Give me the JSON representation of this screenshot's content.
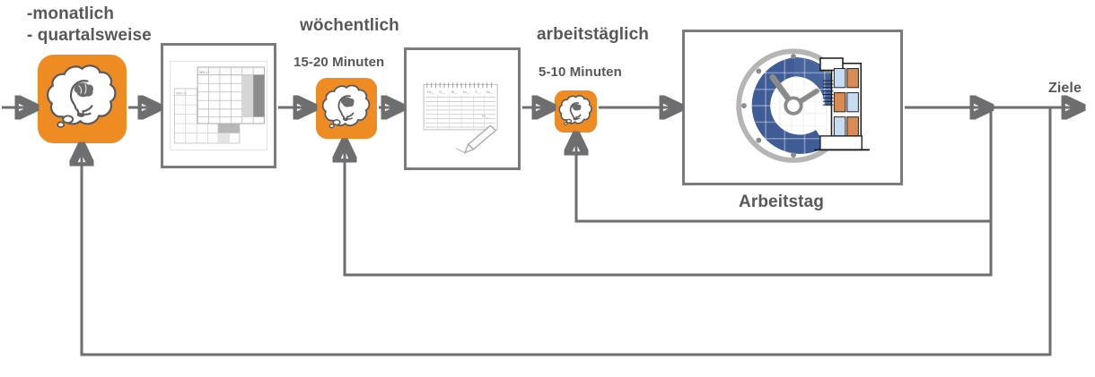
{
  "diagram": {
    "title_not_shown": "",
    "colors": {
      "accent_orange": "#ef8b23",
      "line_gray": "#6e6e70",
      "text_gray": "#58585a",
      "frame_gray": "#7b7b7d",
      "clock_blue": "#3f5c96",
      "clock_blue_light": "#5a78ae",
      "building_orange": "#d98b53"
    },
    "labels": {
      "monthly_quarterly": "-monatlich\n- quartalsweise",
      "weekly": "wöchentlich",
      "weekly_duration": "15-20 Minuten",
      "workdaily": "arbeitstäglich",
      "workdaily_duration": "5-10 Minuten",
      "workday": "Arbeitstag",
      "goals": "Ziele"
    },
    "nodes": [
      {
        "id": "think-monthly",
        "kind": "orange-icon",
        "icon": "thought-head-icon",
        "label": "-monatlich\n- quartalsweise"
      },
      {
        "id": "calendar",
        "kind": "framed-picture",
        "icon": "calendar-icon"
      },
      {
        "id": "think-weekly",
        "kind": "orange-icon",
        "icon": "thought-head-icon",
        "label": "wöchentlich",
        "duration": "15-20 Minuten"
      },
      {
        "id": "notepad",
        "kind": "framed-picture",
        "icon": "notepad-pencil-icon"
      },
      {
        "id": "think-daily",
        "kind": "orange-icon",
        "icon": "thought-head-icon",
        "label": "arbeitstäglich",
        "duration": "5-10 Minuten"
      },
      {
        "id": "workday",
        "kind": "framed-picture",
        "icon": "clock-building-icon",
        "caption": "Arbeitstag"
      },
      {
        "id": "goals",
        "kind": "output",
        "label": "Ziele"
      }
    ],
    "feedback_loops": [
      {
        "from": "goals-bus-inner",
        "to": "think-daily",
        "level": 1
      },
      {
        "from": "goals-bus-inner",
        "to": "think-weekly",
        "level": 2
      },
      {
        "from": "goals-bus-outer",
        "to": "think-monthly",
        "level": 3
      }
    ]
  }
}
